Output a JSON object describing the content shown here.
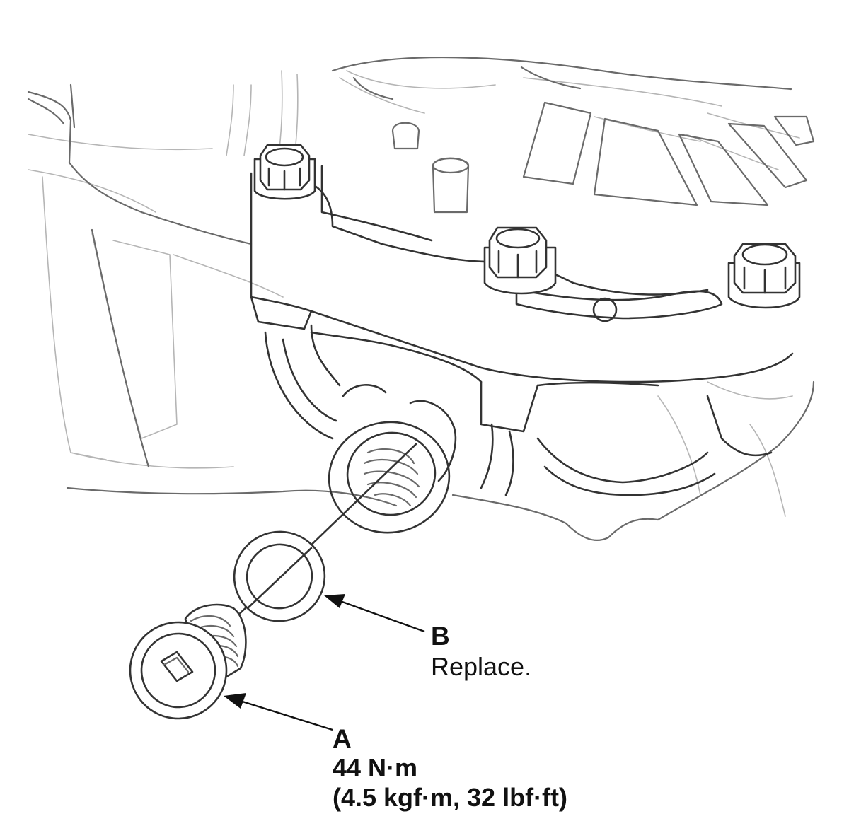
{
  "callouts": {
    "a": {
      "letter": "A",
      "torque_metric": "44 N·m",
      "torque_imperial": "(4.5 kgf·m, 32 lbf·ft)"
    },
    "b": {
      "letter": "B",
      "note": "Replace."
    }
  },
  "parts": {
    "a": "drain-plug",
    "b": "sealing-washer"
  },
  "colors": {
    "ink": "#333333",
    "faint": "#b5b5b5",
    "text": "#111111"
  }
}
